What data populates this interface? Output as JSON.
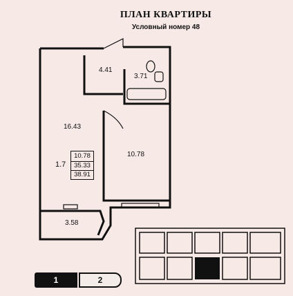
{
  "header": {
    "title": "ПЛАН КВАРТИРЫ",
    "subtitle": "Условный номер 48"
  },
  "rooms": {
    "living": "16.43",
    "hall": "4.41",
    "bath": "3.71",
    "bedroom_kitchen": "10.78",
    "balcony": "3.58"
  },
  "summary": {
    "rooms_count": "1.7",
    "living_area": "10.78",
    "area_without_balcony": "35.33",
    "total_area": "38.91"
  },
  "floor_selector": {
    "options": [
      "1",
      "2"
    ],
    "selected": "1"
  }
}
